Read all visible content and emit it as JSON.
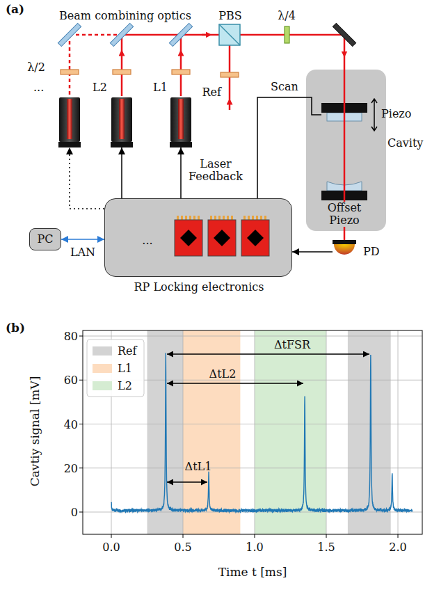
{
  "diagram": {
    "nodes": [
      {
        "text": [
          "..."
        ]
      },
      {
        "text": [
          "L2"
        ]
      },
      {
        "text": [
          "L1"
        ]
      },
      {
        "text": [
          "Cavity"
        ]
      },
      {
        "text": [
          "Piezo"
        ],
        "in": 3
      },
      {
        "text": [
          "Offset Piezo"
        ],
        "in": 3
      },
      {
        "text": [
          "PC"
        ]
      },
      {
        "text": [
          "RP Locking electronics"
        ]
      },
      {
        "text": [
          "PD"
        ]
      }
    ],
    "edges": [
      {
        "from": 7,
        "to": 2,
        "arrow": "to"
      },
      {
        "from": 7,
        "to": 1,
        "arrow": "to"
      },
      {
        "from": 7,
        "to": 0,
        "arrow": "to"
      },
      {
        "from": 7,
        "to": 4,
        "label": "Scan",
        "arrow": "none"
      },
      {
        "from": 8,
        "to": 7,
        "arrow": "to"
      },
      {
        "from": 6,
        "to": 7,
        "label": "LAN",
        "arrow": "both"
      }
    ],
    "labels": [
      "(a)",
      "Beam combining optics",
      "PBS",
      "λ/4",
      "λ/2",
      "Ref",
      "Laser Feedback",
      "...",
      "(b)",
      "80",
      "60",
      "40",
      "20",
      "0",
      "0.0",
      "0.5",
      "1.0",
      "1.5",
      "2.0",
      "Cavtiy signal [mV]",
      "Time t [ms]",
      "ΔtFSR",
      "ΔtL2",
      "ΔtL1"
    ],
    "legend": [
      {
        "text": "Ref",
        "color": "#d3d3d3"
      },
      {
        "text": "L1",
        "color": "#fddcbf"
      },
      {
        "text": "L2",
        "color": "#d5ecd2"
      }
    ]
  }
}
